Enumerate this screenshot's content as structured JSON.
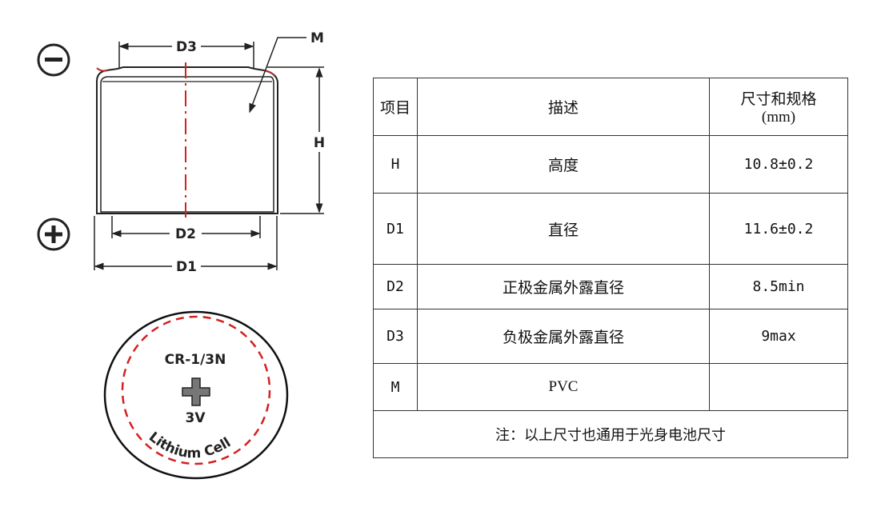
{
  "drawing": {
    "negative_symbol": "−",
    "positive_symbol": "+",
    "labels": {
      "D3": "D3",
      "M": "M",
      "H": "H",
      "D2": "D2",
      "D1": "D1"
    },
    "cell_face": {
      "model": "CR-1/3N",
      "voltage": "3V",
      "text": "Lithium Cell"
    },
    "colors": {
      "centerline": "#d42020",
      "outline": "#111111"
    }
  },
  "table": {
    "header": {
      "item": "项目",
      "description": "描述",
      "size_title": "尺寸和规格",
      "size_unit": "(mm)"
    },
    "rows": [
      {
        "code": "H",
        "description": "高度",
        "value": "10.8±0.2"
      },
      {
        "code": "D1",
        "description": "直径",
        "value": "11.6±0.2"
      },
      {
        "code": "D2",
        "description": "正极金属外露直径",
        "value": "8.5min"
      },
      {
        "code": "D3",
        "description": "负极金属外露直径",
        "value": "9max"
      },
      {
        "code": "M",
        "description": "PVC",
        "value": ""
      }
    ],
    "note": "注：以上尺寸也通用于光身电池尺寸"
  }
}
